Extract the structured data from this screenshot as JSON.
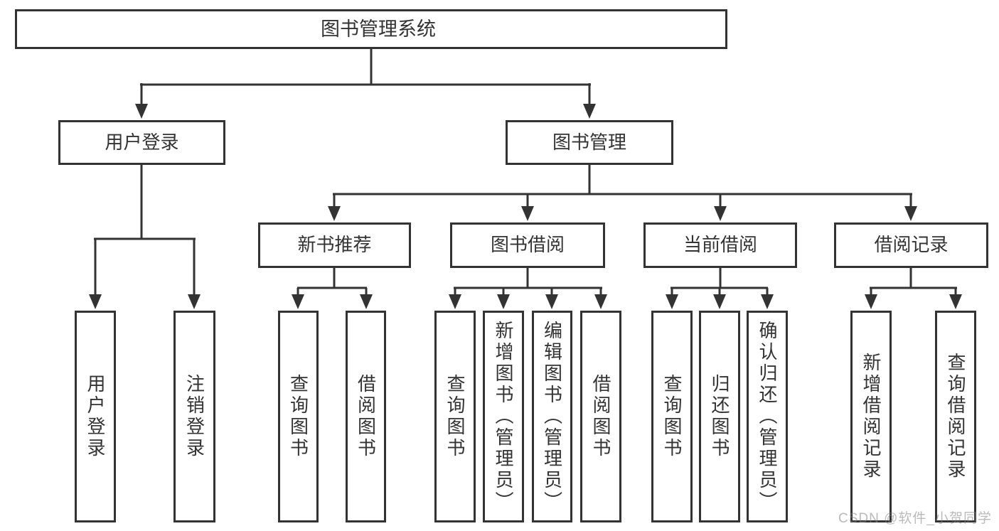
{
  "diagram": {
    "tree": {
      "label": "图书管理系统",
      "children": [
        {
          "label": "用户登录",
          "children": [
            {
              "label": "用户登录"
            },
            {
              "label": "注销登录"
            }
          ]
        },
        {
          "label": "图书管理",
          "children": [
            {
              "label": "新书推荐",
              "children": [
                {
                  "label": "查询图书"
                },
                {
                  "label": "借阅图书"
                }
              ]
            },
            {
              "label": "图书借阅",
              "children": [
                {
                  "label": "查询图书"
                },
                {
                  "label": "新增图书（管理员）"
                },
                {
                  "label": "编辑图书（管理员）"
                },
                {
                  "label": "借阅图书"
                }
              ]
            },
            {
              "label": "当前借阅",
              "children": [
                {
                  "label": "查询图书"
                },
                {
                  "label": "归还图书"
                },
                {
                  "label": "确认归还（管理员）"
                }
              ]
            },
            {
              "label": "借阅记录",
              "children": [
                {
                  "label": "新增借阅记录"
                },
                {
                  "label": "查询借阅记录"
                }
              ]
            }
          ]
        }
      ]
    },
    "colors": {
      "line": "#333333",
      "text": "#333333",
      "background": "#ffffff",
      "watermark": "#b5b5b5"
    },
    "watermark": "CSDN @软件_小贺同学"
  }
}
